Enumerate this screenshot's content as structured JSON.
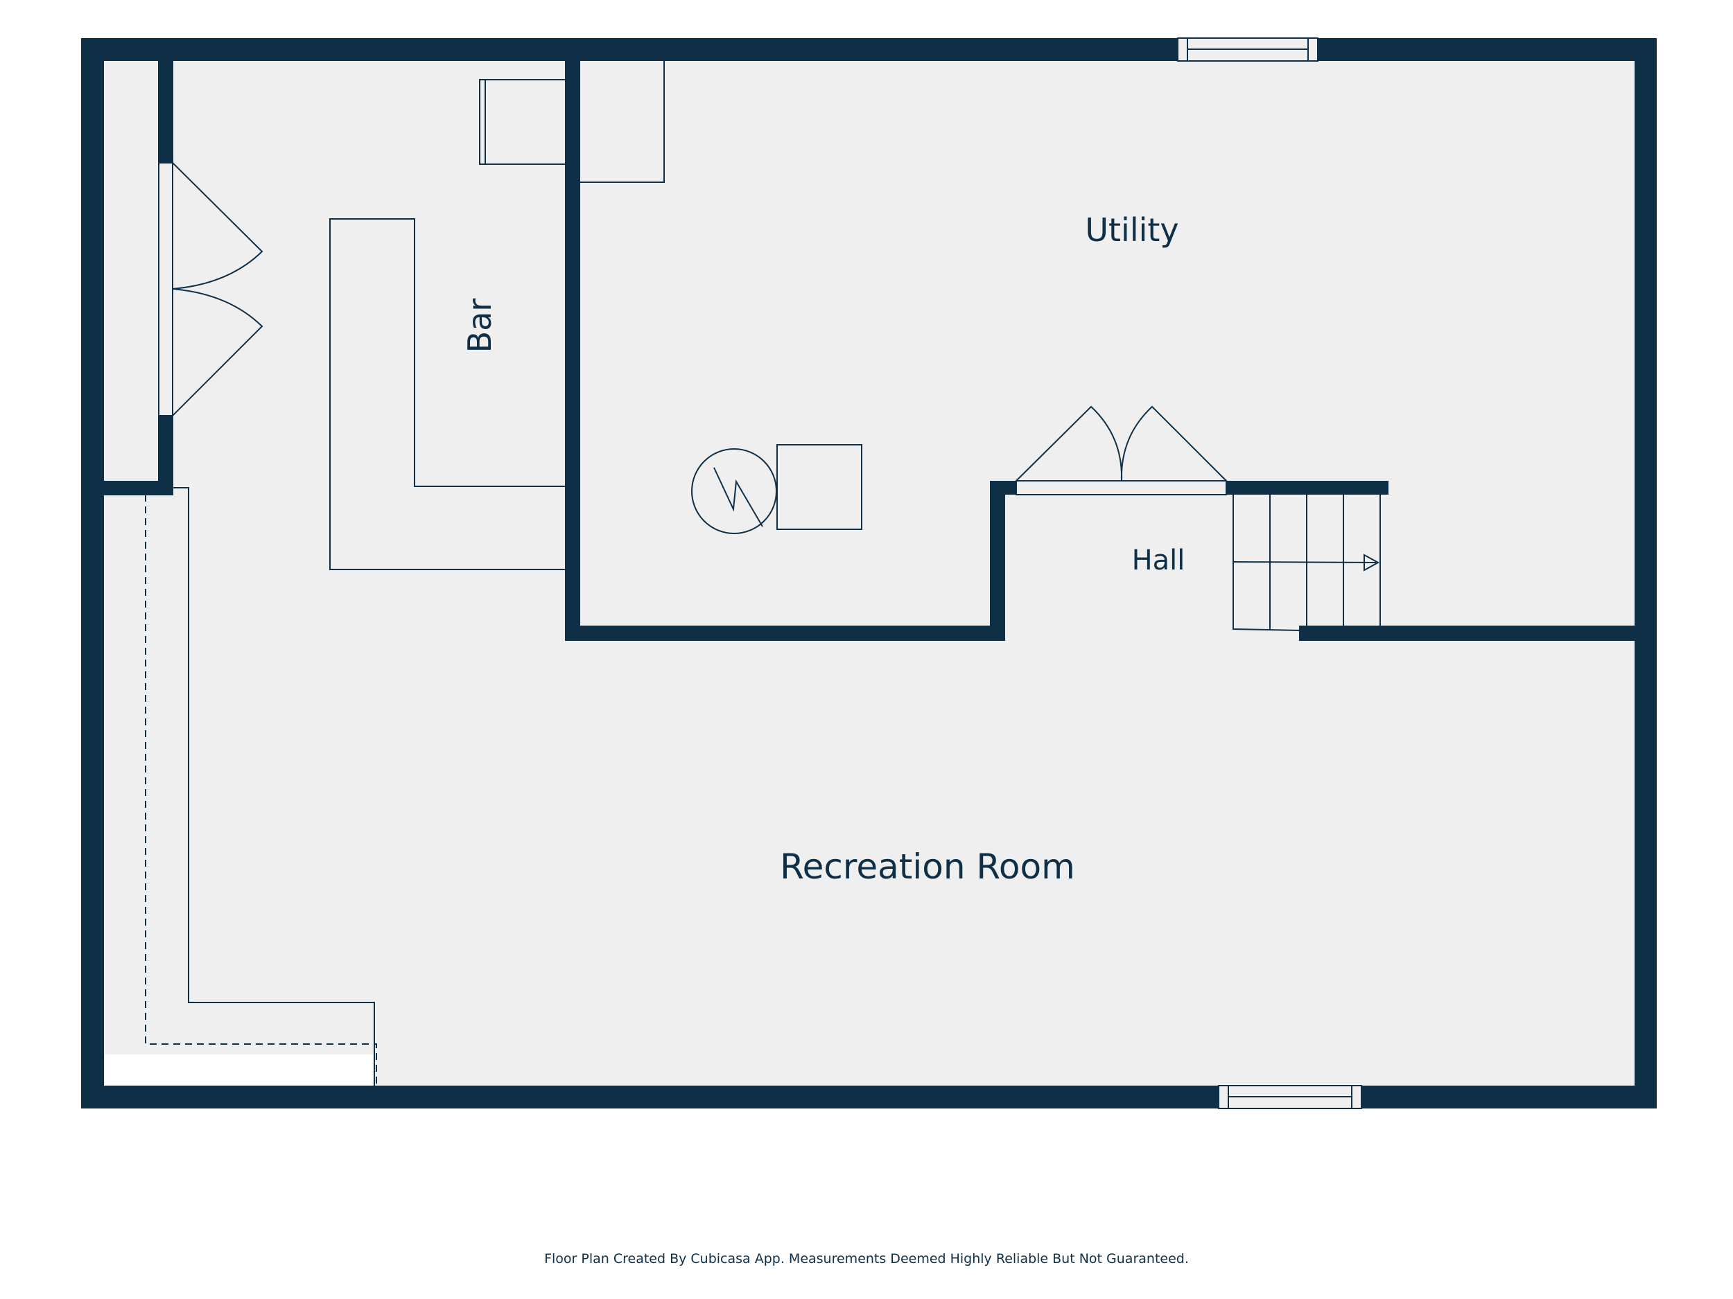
{
  "rooms": {
    "utility": "Utility",
    "bar": "Bar",
    "hall": "Hall",
    "recreation_room": "Recreation Room"
  },
  "footer": "Floor Plan Created By Cubicasa App. Measurements Deemed Highly Reliable But Not Guaranteed.",
  "colors": {
    "wall": "#0f2f47",
    "floor": "#efefef",
    "background": "#ffffff"
  },
  "icons": [
    "water-heater-icon",
    "furnace-icon",
    "stairs-icon",
    "double-door-icon",
    "window-icon"
  ]
}
